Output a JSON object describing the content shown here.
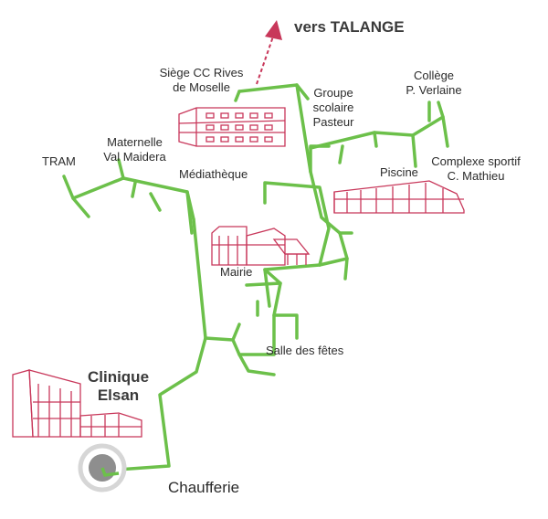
{
  "title": "",
  "colors": {
    "network": "#6cc04a",
    "buildings": "#c8375a",
    "arrow": "#c8375a",
    "plant_outer": "#d6d6d6",
    "plant_inner": "#8e8e8e",
    "text": "#2b2b2b"
  },
  "direction": {
    "label": "vers TALANGE"
  },
  "labels": {
    "siege": "Siège CC Rives\nde Moselle",
    "groupe": "Groupe\nscolaire\nPasteur",
    "college": "Collège\nP. Verlaine",
    "maternelle": "Maternelle\nVal Maidera",
    "tram": "TRAM",
    "mediatheque": "Médiathèque",
    "piscine": "Piscine",
    "complexe": "Complexe sportif\nC. Mathieu",
    "mairie": "Mairie",
    "salle": "Salle des fêtes",
    "clinique": "Clinique\nElsan",
    "chaufferie": "Chaufferie"
  },
  "icons": {
    "plant": "heating-plant-icon",
    "arrow": "direction-arrow-icon"
  }
}
